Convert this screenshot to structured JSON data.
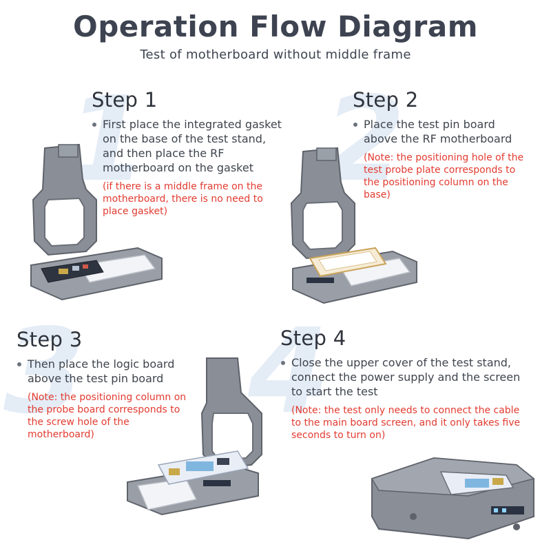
{
  "header": {
    "title": "Operation Flow Diagram",
    "subtitle": "Test of motherboard without middle frame"
  },
  "steps": [
    {
      "number": "1",
      "heading": "Step 1",
      "text": "First place the integrated gasket on the base of the test stand, and then place the RF motherboard on the gasket",
      "note": "(if there is a middle frame on the motherboard, there is no need to place gasket)"
    },
    {
      "number": "2",
      "heading": "Step 2",
      "text": "Place the test pin board above the RF motherboard",
      "note": "(Note: the positioning hole of the test probe plate corresponds to the positioning column on the base)"
    },
    {
      "number": "3",
      "heading": "Step 3",
      "text": "Then place the logic board above the test pin board",
      "note": "(Note: the positioning column on the probe board corresponds to the screw hole of the motherboard)"
    },
    {
      "number": "4",
      "heading": "Step 4",
      "text": "Close the upper cover of the test stand, connect the power supply and the screen to start the test",
      "note": "(Note: the test only needs to connect the cable to the main board screen, and it only takes five seconds to turn on)"
    }
  ],
  "colors": {
    "title": "#3d4350",
    "note": "#e23b30",
    "watermark_number": "#e4ecf6",
    "fixture_metal": "#7c8088"
  }
}
